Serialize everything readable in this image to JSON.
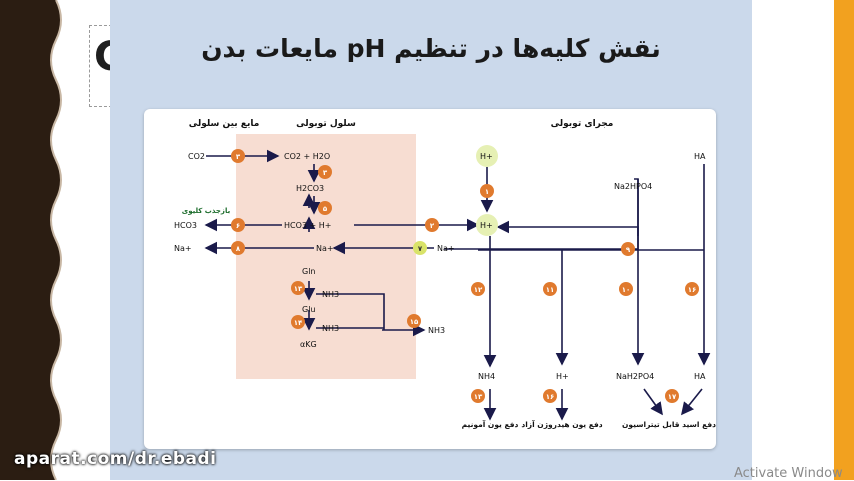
{
  "slide": {
    "title": "نقش کلیه‌ها در تنظیم pH مایعات بدن"
  },
  "background_slide": {
    "visible_letter": "C"
  },
  "watermark": "aparat.com/dr.ebadi",
  "activate_text": "Activate Window",
  "diagram": {
    "headers": {
      "interstitial": "مایع بین سلولی",
      "tubular_cell": "سلول توبولی",
      "tubular_lumen": "مجرای توبولی"
    },
    "labels": {
      "co2_left": "CO2",
      "co2_h2o": "CO2 + H2O",
      "h2co3": "H2CO3",
      "hco3_h": "HCO3 + H+",
      "hco3_left": "HCO3",
      "reabsorb": "بازجذب کلیوی",
      "na_left": "Na+",
      "na_cell": "Na+",
      "na_lumen": "Na+",
      "h_top": "H+",
      "h_mid": "H+",
      "ha_top": "HA",
      "na2hpo4": "Na2HPO4",
      "gln": "Gln",
      "nh3_a": "NH3",
      "glu": "Glu",
      "nh3_b": "NH3",
      "akg": "αKG",
      "nh3_lumen": "NH3",
      "nh4": "NH4",
      "h_bottom": "H+",
      "nah2po4": "NaH2PO4",
      "ha_bottom": "HA",
      "excr_ammonium": "دفع یون آمونیم",
      "excr_hydrogen": "دفع یون هیدروژن آزاد",
      "excr_titratable": "دفع اسید قابل تیتراسیون"
    },
    "badges": [
      "۱",
      "۲",
      "۳",
      "۴",
      "۵",
      "۶",
      "۷",
      "۸",
      "۹",
      "۱۰",
      "۱۱",
      "۱۲",
      "۱۳",
      "۱۴",
      "۱۵",
      "۱۶",
      "۱۷",
      "۱۸"
    ],
    "colors": {
      "badge": "#e07a2e",
      "cell_fill": "#f7ddd2",
      "h_circle": "#e6f0b4",
      "badge_yellow": "#d9e36a"
    }
  }
}
